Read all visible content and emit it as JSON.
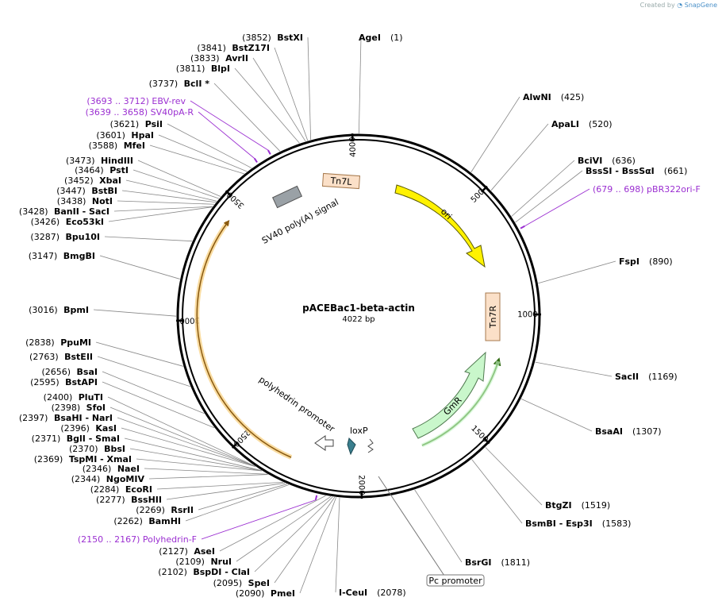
{
  "credit": {
    "prefix": "Created by",
    "brand": "SnapGene"
  },
  "plasmid": {
    "name": "pACEBac1-beta-actin",
    "length": "4022 bp",
    "bp": 4022
  },
  "ticks": [
    {
      "bp": 500,
      "label": "500"
    },
    {
      "bp": 1000,
      "label": "1000"
    },
    {
      "bp": 1500,
      "label": "1500"
    },
    {
      "bp": 2000,
      "label": "2000"
    },
    {
      "bp": 2500,
      "label": "2500"
    },
    {
      "bp": 3000,
      "label": "3000"
    },
    {
      "bp": 3500,
      "label": "3500"
    },
    {
      "bp": 4000,
      "label": "4000"
    }
  ],
  "sites": [
    {
      "name": "AgeI",
      "pos": "(1)",
      "bp": 1,
      "side": "top"
    },
    {
      "name": "AlwNI",
      "pos": "(425)",
      "bp": 425,
      "side": "right"
    },
    {
      "name": "ApaLI",
      "pos": "(520)",
      "bp": 520,
      "side": "right"
    },
    {
      "name": "BciVI",
      "pos": "(636)",
      "bp": 636,
      "side": "right"
    },
    {
      "name": "BssSI - BssSαI",
      "pos": "(661)",
      "bp": 661,
      "side": "right"
    },
    {
      "name": "FspI",
      "pos": "(890)",
      "bp": 890,
      "side": "right"
    },
    {
      "name": "SacII",
      "pos": "(1169)",
      "bp": 1169,
      "side": "right"
    },
    {
      "name": "BsaAI",
      "pos": "(1307)",
      "bp": 1307,
      "side": "right"
    },
    {
      "name": "BtgZI",
      "pos": "(1519)",
      "bp": 1519,
      "side": "right"
    },
    {
      "name": "BsmBI - Esp3I",
      "pos": "(1583)",
      "bp": 1583,
      "side": "right"
    },
    {
      "name": "BsrGI",
      "pos": "(1811)",
      "bp": 1811,
      "side": "right"
    },
    {
      "name": "I-CeuI",
      "pos": "(2078)",
      "bp": 2078,
      "side": "right"
    },
    {
      "name": "PmeI",
      "pos": "(2090)",
      "bp": 2090,
      "side": "left"
    },
    {
      "name": "SpeI",
      "pos": "(2095)",
      "bp": 2095,
      "side": "left"
    },
    {
      "name": "BspDI - ClaI",
      "pos": "(2102)",
      "bp": 2102,
      "side": "left"
    },
    {
      "name": "NruI",
      "pos": "(2109)",
      "bp": 2109,
      "side": "left"
    },
    {
      "name": "AseI",
      "pos": "(2127)",
      "bp": 2127,
      "side": "left"
    },
    {
      "name": "BamHI",
      "pos": "(2262)",
      "bp": 2262,
      "side": "left"
    },
    {
      "name": "RsrII",
      "pos": "(2269)",
      "bp": 2269,
      "side": "left"
    },
    {
      "name": "BssHII",
      "pos": "(2277)",
      "bp": 2277,
      "side": "left"
    },
    {
      "name": "EcoRI",
      "pos": "(2284)",
      "bp": 2284,
      "side": "left"
    },
    {
      "name": "NgoMIV",
      "pos": "(2344)",
      "bp": 2344,
      "side": "left"
    },
    {
      "name": "NaeI",
      "pos": "(2346)",
      "bp": 2346,
      "side": "left"
    },
    {
      "name": "TspMI - XmaI",
      "pos": "(2369)",
      "bp": 2369,
      "side": "left"
    },
    {
      "name": "BbsI",
      "pos": "(2370)",
      "bp": 2370,
      "side": "left"
    },
    {
      "name": "BglI - SmaI",
      "pos": "(2371)",
      "bp": 2371,
      "side": "left"
    },
    {
      "name": "KasI",
      "pos": "(2396)",
      "bp": 2396,
      "side": "left"
    },
    {
      "name": "BsaHI - NarI",
      "pos": "(2397)",
      "bp": 2397,
      "side": "left"
    },
    {
      "name": "SfoI",
      "pos": "(2398)",
      "bp": 2398,
      "side": "left"
    },
    {
      "name": "PluTI",
      "pos": "(2400)",
      "bp": 2400,
      "side": "left"
    },
    {
      "name": "BstAPI",
      "pos": "(2595)",
      "bp": 2595,
      "side": "left"
    },
    {
      "name": "BsaI",
      "pos": "(2656)",
      "bp": 2656,
      "side": "left"
    },
    {
      "name": "BstEII",
      "pos": "(2763)",
      "bp": 2763,
      "side": "left"
    },
    {
      "name": "PpuMI",
      "pos": "(2838)",
      "bp": 2838,
      "side": "left"
    },
    {
      "name": "BpmI",
      "pos": "(3016)",
      "bp": 3016,
      "side": "left"
    },
    {
      "name": "BmgBI",
      "pos": "(3147)",
      "bp": 3147,
      "side": "left"
    },
    {
      "name": "Bpu10I",
      "pos": "(3287)",
      "bp": 3287,
      "side": "left"
    },
    {
      "name": "Eco53kI",
      "pos": "(3426)",
      "bp": 3426,
      "side": "left"
    },
    {
      "name": "BanII - SacI",
      "pos": "(3428)",
      "bp": 3428,
      "side": "left"
    },
    {
      "name": "NotI",
      "pos": "(3438)",
      "bp": 3438,
      "side": "left"
    },
    {
      "name": "BstBI",
      "pos": "(3447)",
      "bp": 3447,
      "side": "left"
    },
    {
      "name": "XbaI",
      "pos": "(3452)",
      "bp": 3452,
      "side": "left"
    },
    {
      "name": "PstI",
      "pos": "(3464)",
      "bp": 3464,
      "side": "left"
    },
    {
      "name": "HindIII",
      "pos": "(3473)",
      "bp": 3473,
      "side": "left"
    },
    {
      "name": "MfeI",
      "pos": "(3588)",
      "bp": 3588,
      "side": "left"
    },
    {
      "name": "HpaI",
      "pos": "(3601)",
      "bp": 3601,
      "side": "left"
    },
    {
      "name": "PsiI",
      "pos": "(3621)",
      "bp": 3621,
      "side": "left"
    },
    {
      "name": "BclI *",
      "pos": "(3737)",
      "bp": 3737,
      "side": "left"
    },
    {
      "name": "BlpI",
      "pos": "(3811)",
      "bp": 3811,
      "side": "left"
    },
    {
      "name": "AvrII",
      "pos": "(3833)",
      "bp": 3833,
      "side": "left"
    },
    {
      "name": "BstZ17I",
      "pos": "(3841)",
      "bp": 3841,
      "side": "left"
    },
    {
      "name": "BstXI",
      "pos": "(3852)",
      "bp": 3852,
      "side": "left"
    }
  ],
  "primers": [
    {
      "name": "EBV-rev",
      "range": "(3693 .. 3712)",
      "bp": 3702
    },
    {
      "name": "SV40pA-R",
      "range": "(3639 .. 3658)",
      "bp": 3648
    },
    {
      "name": "pBR322ori-F",
      "range": "(679 .. 698)",
      "bp": 688
    },
    {
      "name": "Polyhedrin-F",
      "range": "(2150 .. 2167)",
      "bp": 2158
    }
  ],
  "features": [
    {
      "name": "Tn7L",
      "kind": "box",
      "color": "#fbe0c8"
    },
    {
      "name": "ori",
      "kind": "arrow",
      "color": "#fff200"
    },
    {
      "name": "Tn7R",
      "kind": "box",
      "color": "#fbe0c8"
    },
    {
      "name": "GmR",
      "kind": "arrow",
      "color": "#c9f7cb"
    },
    {
      "name": "loxP",
      "kind": "marker",
      "color": "#3a7f8e"
    },
    {
      "name": "polyhedrin promoter",
      "kind": "arrow",
      "color": "#ffffff"
    },
    {
      "name": "SV40 poly(A) signal",
      "kind": "box",
      "color": "#9aa1a6"
    },
    {
      "name": "Pc promoter",
      "kind": "callout",
      "color": "#ffffff"
    }
  ],
  "colors": {
    "backbone": "#000000",
    "primer": "#9b2fd1",
    "ori": "#fff200",
    "gmr": "#c9f7cb",
    "gmr_orf": "#3a7f1a",
    "insert_orf": "#d99a20"
  }
}
